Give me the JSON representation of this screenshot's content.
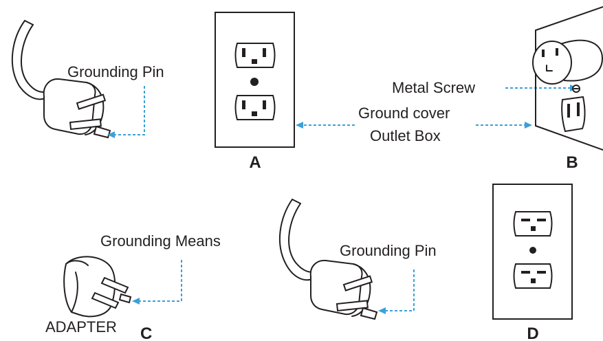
{
  "labels": {
    "grounding_pin_top": "Grounding Pin",
    "metal_screw": "Metal Screw",
    "ground_cover": "Ground cover",
    "outlet_box": "Outlet Box",
    "grounding_means": "Grounding Means",
    "adapter": "ADAPTER",
    "grounding_pin_bottom": "Grounding Pin"
  },
  "panels": {
    "a": "A",
    "b": "B",
    "c": "C",
    "d": "D"
  },
  "colors": {
    "arrow": "#3aa0d8",
    "ink": "#231f20"
  }
}
